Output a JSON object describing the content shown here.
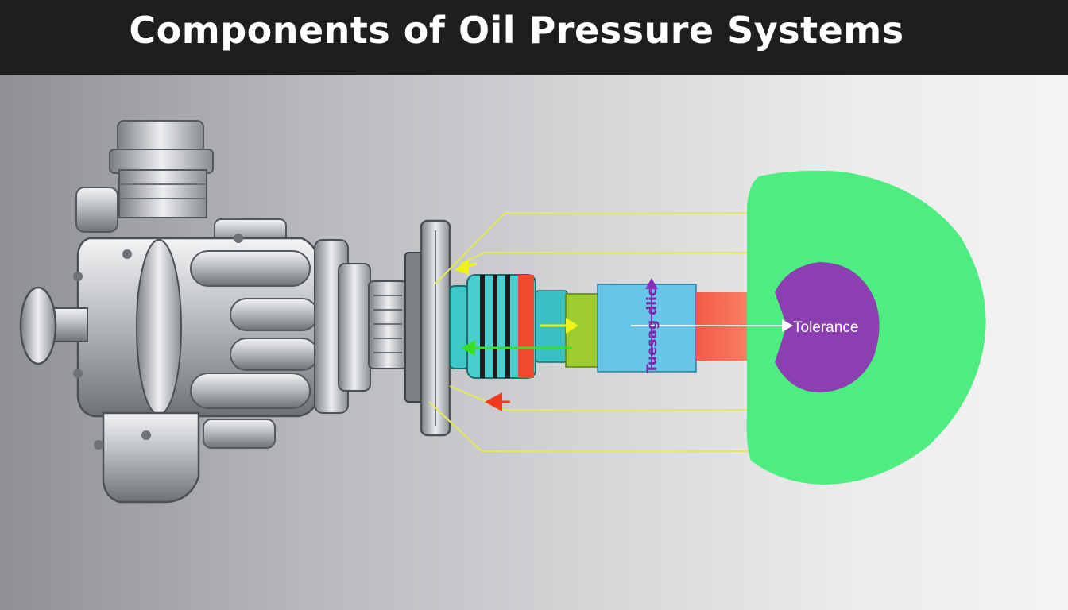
{
  "title": "Components of Oil Pressure Systems",
  "labels": {
    "tolerance": "Tolerance",
    "vertical_label": "Tuesag dlic"
  },
  "colors": {
    "title_bar": "#1e1e1e",
    "green_disc": "#4ded82",
    "purple_core": "#8b3fb0",
    "callout_lines": "#e4e85a",
    "salmon_tube": "#f8735c",
    "blue_tube": "#67c5e8",
    "olive_tube": "#9ccc2f",
    "teal_hub": "#3fc8c8",
    "arrow_yellow": "#f1f21a",
    "arrow_green": "#38e025",
    "arrow_red": "#f13a1d",
    "arrow_purple": "#8a2ec0"
  },
  "icons": [
    "oil-pump-assembly-icon",
    "drive-gear-icon",
    "flange-disc-icon"
  ]
}
